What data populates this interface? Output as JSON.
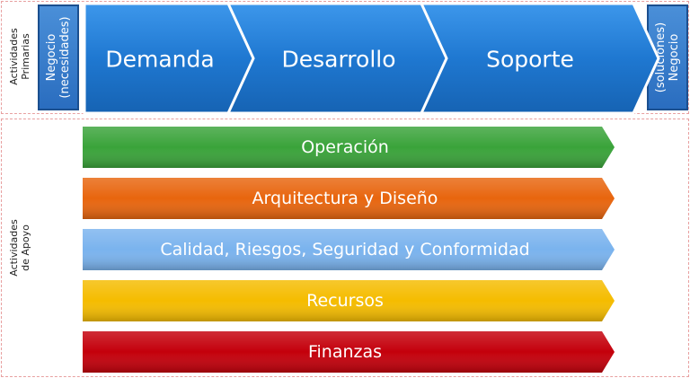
{
  "sections": {
    "primary_label": [
      "Actividades",
      "Primarias"
    ],
    "support_label": [
      "Actividades",
      "de Apoyo"
    ]
  },
  "left_box": {
    "lines": [
      "Negocio",
      "(necesidades)"
    ]
  },
  "right_box": {
    "lines": [
      "(soluciones)",
      "Negocio"
    ]
  },
  "chevrons": [
    {
      "label": "Demanda"
    },
    {
      "label": "Desarrollo"
    },
    {
      "label": "Soporte"
    }
  ],
  "bars": [
    {
      "label": "Operación",
      "color": "#3aa33a"
    },
    {
      "label": "Arquitectura y Diseño",
      "color": "#e8650e"
    },
    {
      "label": "Calidad, Riesgos, Seguridad y Conformidad",
      "color": "#7ab3ee"
    },
    {
      "label": "Recursos",
      "color": "#f5bc00"
    },
    {
      "label": "Finanzas",
      "color": "#c4000b"
    }
  ],
  "colors": {
    "chevron": "#1f78d1",
    "chevron_border": "#ffffff",
    "side_box": "#2e75c4"
  }
}
